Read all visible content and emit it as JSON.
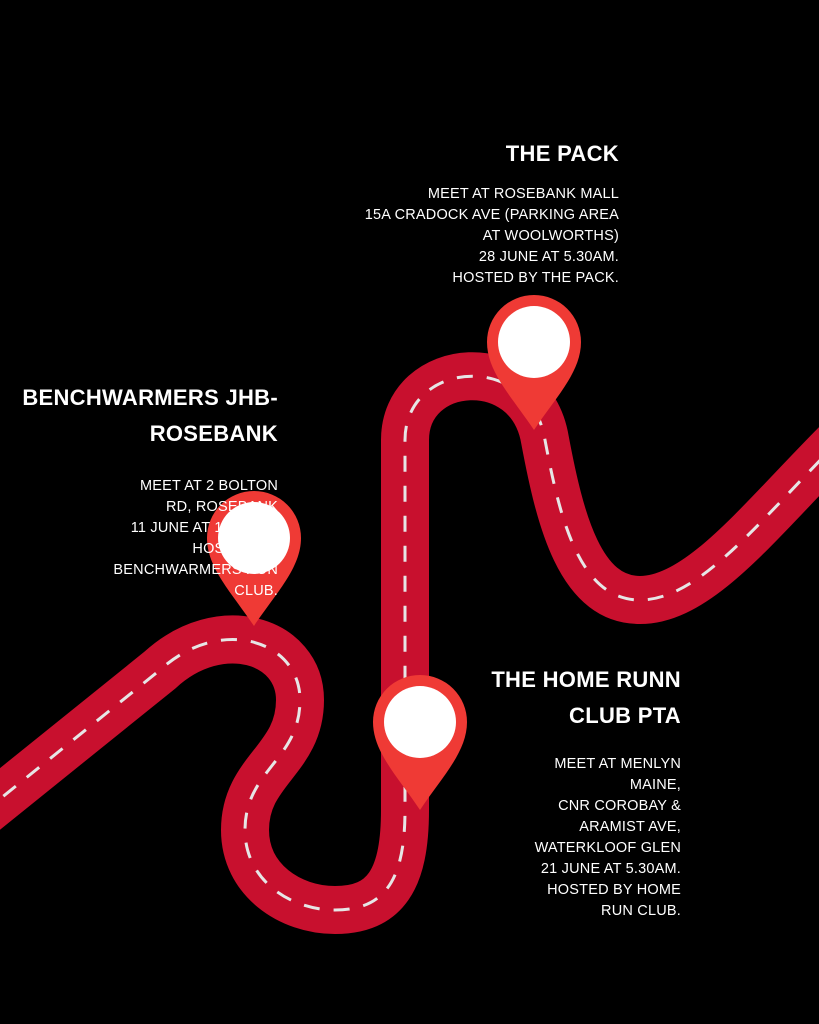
{
  "colors": {
    "background": "#000000",
    "road": "#c8102e",
    "road_dash": "#e6e6e6",
    "pin": "#ef3a35",
    "pin_dark": "#d41f24",
    "pin_center": "#ffffff",
    "text": "#ffffff"
  },
  "events": [
    {
      "id": "pack",
      "title": "THE PACK",
      "details": "MEET AT ROSEBANK MALL\n15A CRADOCK AVE (PARKING AREA\nAT WOOLWORTHS)\n28 JUNE AT 5.30AM.\nHOSTED BY THE PACK."
    },
    {
      "id": "bench",
      "title": "BENCHWARMERS JHB-\nROSEBANK",
      "details": "MEET AT 2 BOLTON\nRD, ROSEBANK\n11 JUNE AT 17.30PM.\nHOSTED BY\nBENCHWARMERS RUN\nCLUB."
    },
    {
      "id": "home",
      "title": "THE HOME RUNN\nCLUB PTA",
      "details": "MEET AT MENLYN\nMAINE,\nCNR COROBAY &\nARAMIST AVE,\nWATERKLOOF GLEN\n21 JUNE AT 5.30AM.\nHOSTED BY HOME\nRUN CLUB."
    }
  ],
  "icons": {
    "pin": "map-pin-icon",
    "road": "winding-road"
  }
}
